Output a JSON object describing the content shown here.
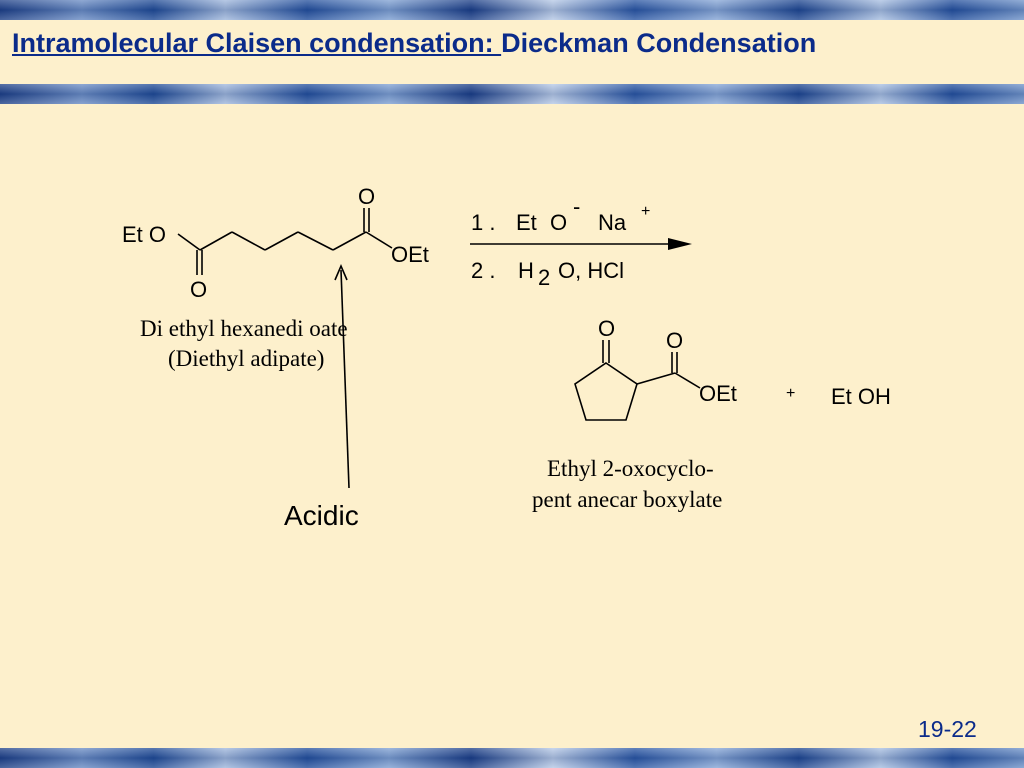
{
  "title": {
    "part1": "Intramolecular Claisen condensation: ",
    "part2": "Dieckman Condensation"
  },
  "slide_number": "19-22",
  "reactant": {
    "label_eto": "Et O",
    "label_o_top": "O",
    "label_oet": "OEt",
    "label_o_bottom": "O",
    "name_line1": "Di ethyl hexanedi oate",
    "name_line2": "(Diethyl adipate)"
  },
  "conditions": {
    "step1_number": "1 .",
    "step1_et": "Et",
    "step1_o": "O",
    "step1_minus": "-",
    "step1_na": "Na",
    "step1_plus": "+",
    "step2_number": "2 .",
    "step2_h": "H",
    "step2_sub": "2",
    "step2_rest": "O,  HCl"
  },
  "product": {
    "label_o_ketone": "O",
    "label_o_ester": "O",
    "label_oet": "OEt",
    "plus": "+",
    "byproduct": "Et OH",
    "name_line1": "Ethyl 2-oxocyclo-",
    "name_line2": "pent anecar boxylate"
  },
  "annotation": {
    "label": "Acidic"
  }
}
